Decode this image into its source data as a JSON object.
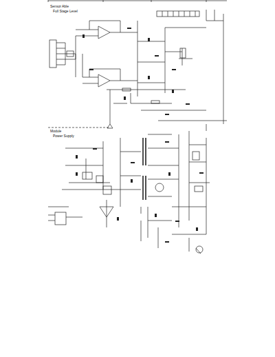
{
  "diagram": {
    "labels": [
      "Sensor Able",
      "Full Stage Level",
      "Module",
      "Power Supply"
    ]
  }
}
